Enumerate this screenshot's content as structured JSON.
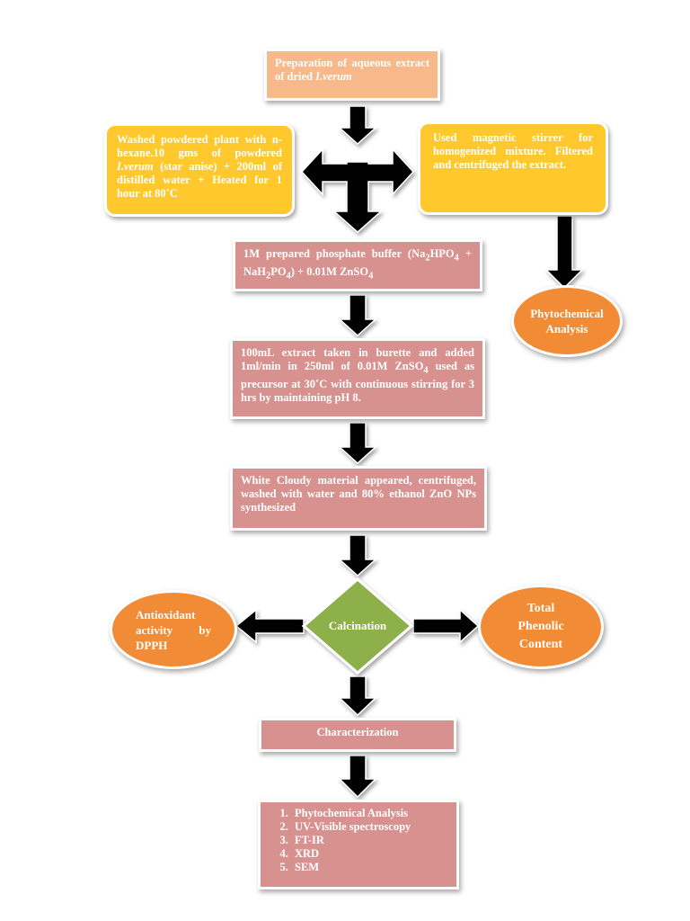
{
  "nodes": {
    "prep": {
      "text": "Preparation of aqueous extract of dried ",
      "italic": "I.verum"
    },
    "washed": {
      "line1": "Washed powdered plant with n-hexane.10 gms of powdered ",
      "italic": "I.verum",
      "line2": " (star anise) + 200ml of distilled water + Heated for 1 hour at 80˚C"
    },
    "stirrer": "Used magnetic stirrer for homogenized mixture. Filtered and centrifuged the extract.",
    "phyto_oval": "Phytochemical Analysis",
    "buffer": {
      "a": "1M prepared phosphate buffer (Na",
      "s1": "2",
      "b": "HPO",
      "s2": "4",
      "c": " + NaH",
      "s3": "2",
      "d": "PO",
      "s4": "4",
      "e": ") + 0.01M ZnSO",
      "s5": "4"
    },
    "burette": {
      "a": "100mL extract taken in burette and added 1ml/min in 250ml of 0.01M ZnSO",
      "s1": "4",
      "b": " used as precursor at 30˚C with continuous stirring for 3 hrs by maintaining pH 8."
    },
    "cloudy": "White Cloudy material appeared, centrifuged, washed with water and 80% ethanol ZnO NPs synthesized",
    "calcination": "Calcination",
    "antioxidant": "Antioxidant activity by DPPH",
    "phenolic": "Total Phenolic Content",
    "characterization": "Characterization",
    "char_list": [
      "Phytochemical Analysis",
      "UV-Visible spectroscopy",
      "FT-IR",
      "XRD",
      "SEM"
    ]
  },
  "colors": {
    "peach": "#f8b98a",
    "yellow": "#ffc92d",
    "pink": "#d79290",
    "orange": "#f28b35",
    "green": "#8db04c",
    "arrow": "#000000"
  }
}
